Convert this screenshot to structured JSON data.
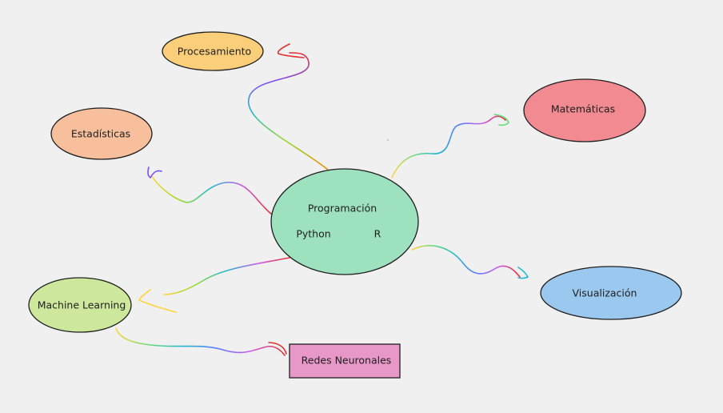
{
  "canvas": {
    "background": "#f0f0f0"
  },
  "central": {
    "title": "Programación",
    "languages": [
      "Python",
      "R"
    ],
    "color": "#9de1bf"
  },
  "nodes": {
    "procesamiento": {
      "label": "Procesamiento",
      "color": "#fbcf7a"
    },
    "estadisticas": {
      "label": "Estadísticas",
      "color": "#f8bf9d"
    },
    "matematicas": {
      "label": "Matemáticas",
      "color": "#f28a92"
    },
    "visualizacion": {
      "label": "Visualización",
      "color": "#9bc8ef"
    },
    "machine_learning": {
      "label": "Machine Learning",
      "color": "#cde79c"
    },
    "redes_neuronales": {
      "label": "Redes Neuronales",
      "color": "#e898c8"
    }
  },
  "connector_gradient": [
    "#ffd43b",
    "#69db7c",
    "#22b8cf",
    "#5c7cfa",
    "#cc5de8",
    "#e03131"
  ]
}
